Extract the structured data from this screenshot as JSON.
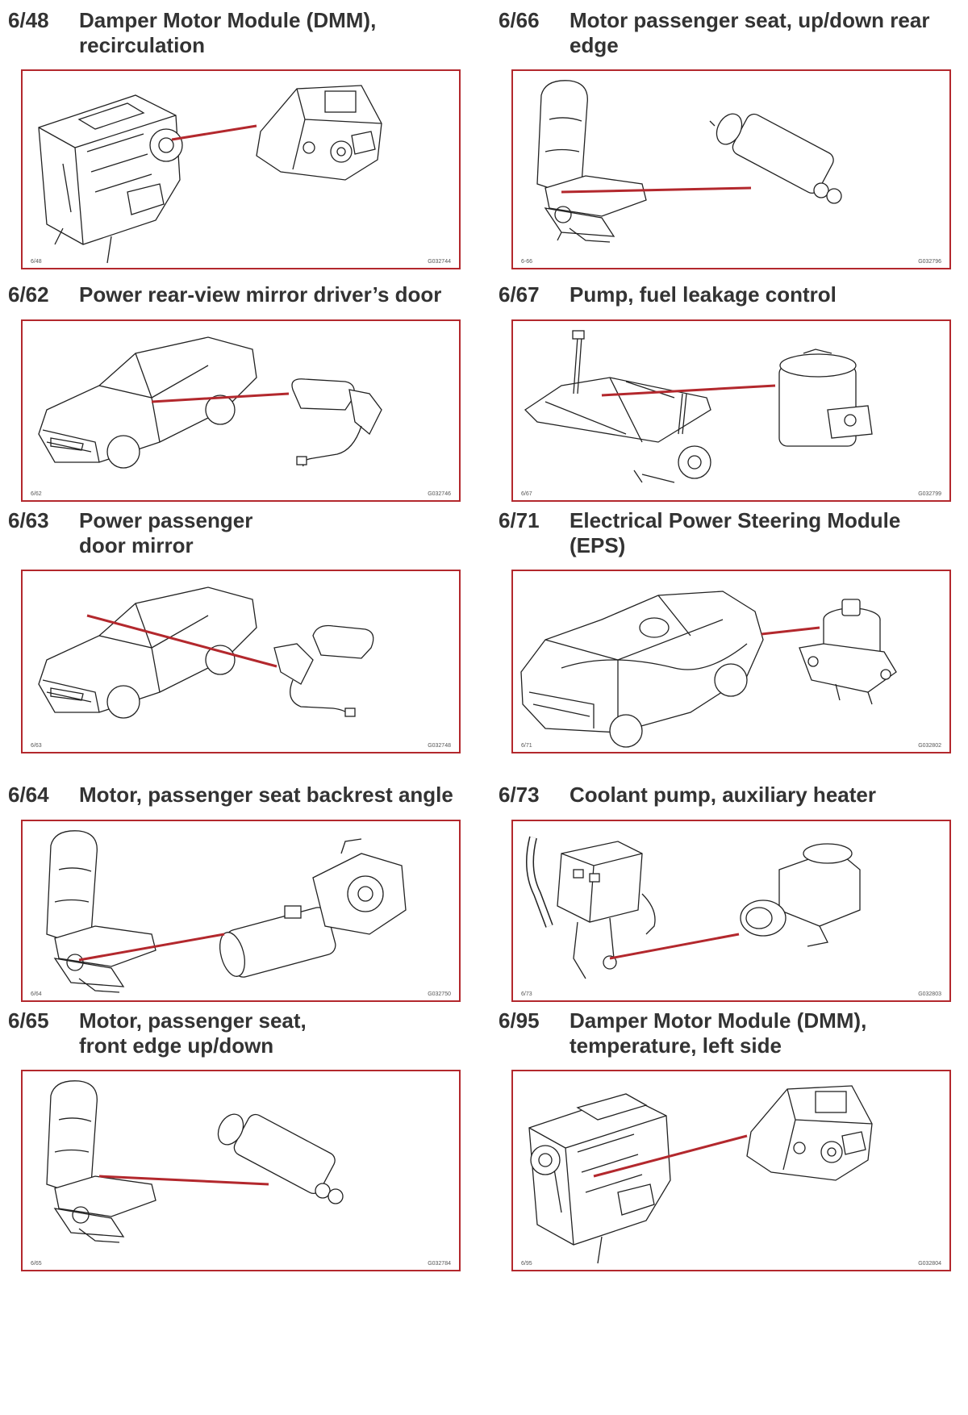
{
  "entries": [
    {
      "num": "6/48",
      "title": "Damper Motor Module (DMM),\nrecirculation",
      "ref_left": "6/48",
      "ref_right": "G032744",
      "illustration": "hvac-unit-with-damper-motor"
    },
    {
      "num": "6/66",
      "title": "Motor passenger seat, up/down rear\nedge",
      "ref_left": "6-66",
      "ref_right": "G032796",
      "illustration": "seat-with-cylindrical-motor"
    },
    {
      "num": "6/62",
      "title": "Power rear-view mirror driver’s door",
      "ref_left": "6/62",
      "ref_right": "G032746",
      "illustration": "car-with-mirror-motor"
    },
    {
      "num": "6/67",
      "title": "Pump, fuel leakage control",
      "ref_left": "6/67",
      "ref_right": "G032799",
      "illustration": "rear-axle-with-pump"
    },
    {
      "num": "6/63",
      "title": "Power passenger\ndoor mirror",
      "ref_left": "6/63",
      "ref_right": "G032748",
      "illustration": "car-with-mirror-motor"
    },
    {
      "num": "6/71",
      "title": "Electrical Power Steering Module\n(EPS)",
      "ref_left": "6/71",
      "ref_right": "G032802",
      "illustration": "car-with-steering-module"
    },
    {
      "num": "6/64",
      "title": "Motor, passenger seat backrest angle",
      "ref_left": "6/64",
      "ref_right": "G032750",
      "illustration": "seat-with-gear-motor"
    },
    {
      "num": "6/73",
      "title": "Coolant pump, auxiliary heater",
      "ref_left": "6/73",
      "ref_right": "G032803",
      "illustration": "heater-with-coolant-pump"
    },
    {
      "num": "6/65",
      "title": "Motor, passenger seat,\nfront edge up/down",
      "ref_left": "6/65",
      "ref_right": "G032784",
      "illustration": "seat-with-cylindrical-motor"
    },
    {
      "num": "6/95",
      "title": "Damper Motor Module (DMM),\ntemperature, left side",
      "ref_left": "6/95",
      "ref_right": "G032804",
      "illustration": "hvac-unit-with-damper-motor"
    }
  ],
  "colors": {
    "frame": "#b3282d",
    "text": "#333333",
    "leader": "#b3282d"
  }
}
